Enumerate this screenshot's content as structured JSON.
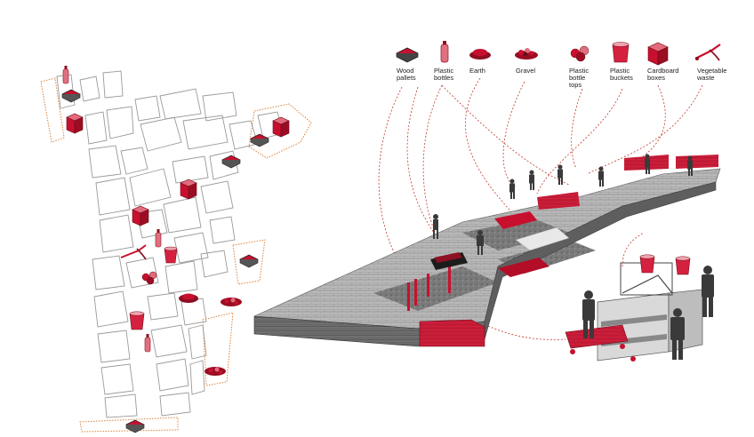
{
  "legend": {
    "items": [
      {
        "id": "wood-pallets",
        "icon": "wood-pallet-icon",
        "lines": [
          "Wood",
          "pallets"
        ]
      },
      {
        "id": "plastic-bottles",
        "icon": "plastic-bottle-icon",
        "lines": [
          "Plastic",
          "bottles"
        ]
      },
      {
        "id": "earth",
        "icon": "earth-pile-icon",
        "lines": [
          "Earth"
        ]
      },
      {
        "id": "gravel",
        "icon": "gravel-pile-icon",
        "lines": [
          "Gravel"
        ]
      },
      {
        "id": "plastic-bottle-tops",
        "icon": "bottle-tops-icon",
        "lines": [
          "Plastic",
          "bottle",
          "tops"
        ]
      },
      {
        "id": "plastic-buckets",
        "icon": "bucket-icon",
        "lines": [
          "Plastic",
          "buckets"
        ]
      },
      {
        "id": "cardboard-boxes",
        "icon": "cardboard-box-icon",
        "lines": [
          "Cardboard",
          "boxes"
        ]
      },
      {
        "id": "vegetable-waste",
        "icon": "vegetable-waste-icon",
        "lines": [
          "Vegetable",
          "waste"
        ]
      }
    ]
  },
  "colors": {
    "accent_red": "#c8102e",
    "accent_red_light": "#e07080",
    "map_stroke": "#9a9a9a",
    "platform_dark": "#4a4a4a",
    "platform_mid": "#8a8a8a",
    "platform_light": "#c9c9c9",
    "dashed_line": "#c0392b",
    "boundary_orange": "#d9823b"
  }
}
